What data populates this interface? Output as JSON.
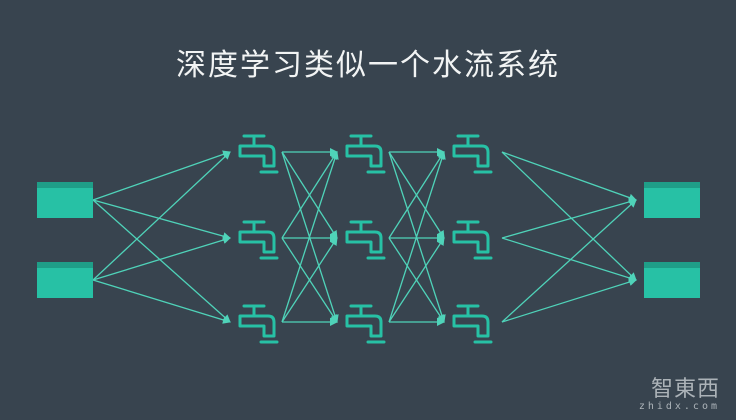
{
  "title": "深度学习类似一个水流系统",
  "watermark": {
    "brand": "智東西",
    "domain": "zhidx.com"
  },
  "colors": {
    "background": "#38444f",
    "accent": "#27c1a5",
    "arrow": "#4fd3b9"
  },
  "diagram": {
    "input_icon": "reservoir-tank-icon",
    "node_icon": "water-faucet-icon",
    "output_icon": "reservoir-tank-icon",
    "inputs": 2,
    "hidden_layers": [
      3,
      3,
      3
    ],
    "outputs": 2,
    "connections": "fully-connected"
  }
}
